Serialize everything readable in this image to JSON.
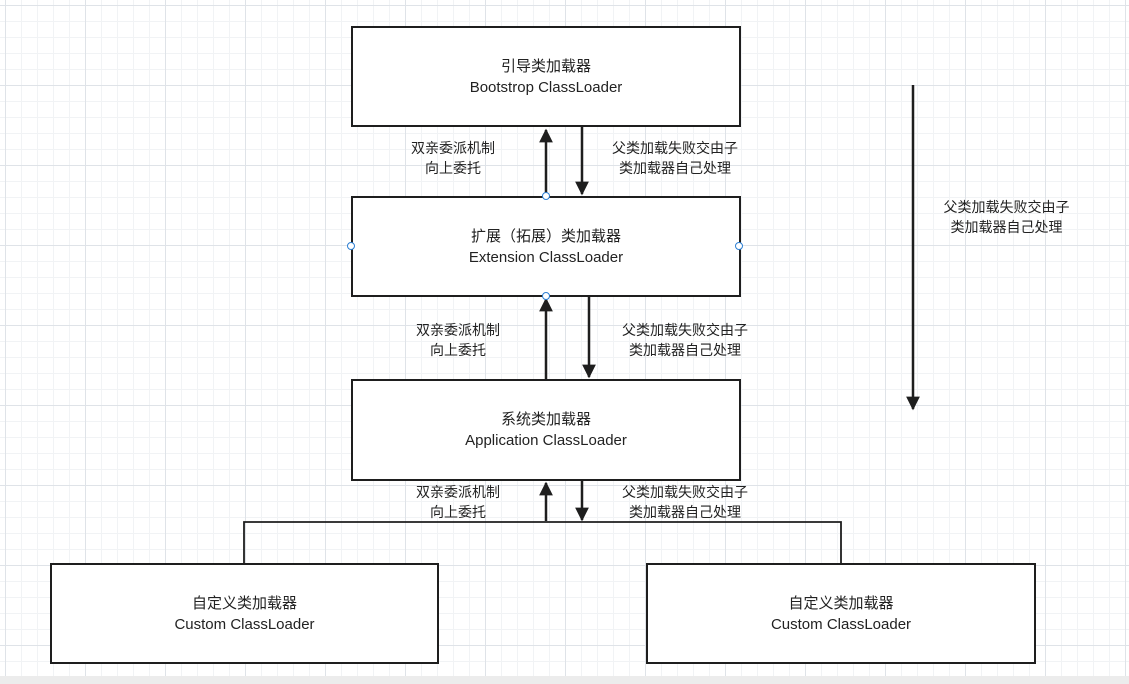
{
  "nodes": {
    "bootstrap": {
      "title_cn": "引导类加载器",
      "title_en": "Bootstrop ClassLoader"
    },
    "extension": {
      "title_cn": "扩展（拓展）类加载器",
      "title_en": "Extension ClassLoader"
    },
    "application": {
      "title_cn": "系统类加载器",
      "title_en": "Application ClassLoader"
    },
    "custom_left": {
      "title_cn": "自定义类加载器",
      "title_en": "Custom ClassLoader"
    },
    "custom_right": {
      "title_cn": "自定义类加载器",
      "title_en": "Custom ClassLoader"
    }
  },
  "edge_labels": {
    "up_1": {
      "line1": "双亲委派机制",
      "line2": "向上委托"
    },
    "down_1": {
      "line1": "父类加载失败交由子",
      "line2": "类加载器自己处理"
    },
    "up_2": {
      "line1": "双亲委派机制",
      "line2": "向上委托"
    },
    "down_2": {
      "line1": "父类加载失败交由子",
      "line2": "类加载器自己处理"
    },
    "up_3": {
      "line1": "双亲委派机制",
      "line2": "向上委托"
    },
    "down_3": {
      "line1": "父类加载失败交由子",
      "line2": "类加载器自己处理"
    },
    "side": {
      "line1": "父类加载失败交由子",
      "line2": "类加载器自己处理"
    }
  }
}
